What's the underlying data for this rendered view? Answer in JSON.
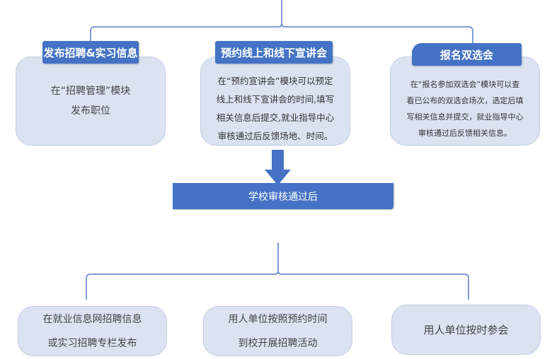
{
  "colors": {
    "accent": "#4472c4",
    "box_fill": "#dbe3f3",
    "line": "#5a7fc7"
  },
  "top_row": [
    {
      "title": "发布招聘&实习信息",
      "lines": [
        "在“招聘管理”模块",
        "发布职位"
      ]
    },
    {
      "title": "预约线上和线下宣讲会",
      "lines": [
        "在“预约宣讲会”模块可以预定",
        "线上和线下宣讲会的时间,填写",
        "相关信息后提交,就业指导中心",
        "审核通过后反馈场地、时间。"
      ]
    },
    {
      "title": "报名双选会",
      "lines": [
        "在“报名参加双选会”模块可以查",
        "看已公布的双选会场次，选定后填",
        "写相关信息并提交，就业指导中心",
        "审核通过后反馈相关信息。"
      ]
    }
  ],
  "middle": {
    "label": "学校审核通过后"
  },
  "bottom_row": [
    {
      "lines": [
        "在就业信息网招聘信息",
        "或实习招聘专栏发布"
      ]
    },
    {
      "lines": [
        "用人单位按照预约时间",
        "到校开展招聘活动"
      ]
    },
    {
      "lines": [
        "用人单位按时参会"
      ]
    }
  ]
}
